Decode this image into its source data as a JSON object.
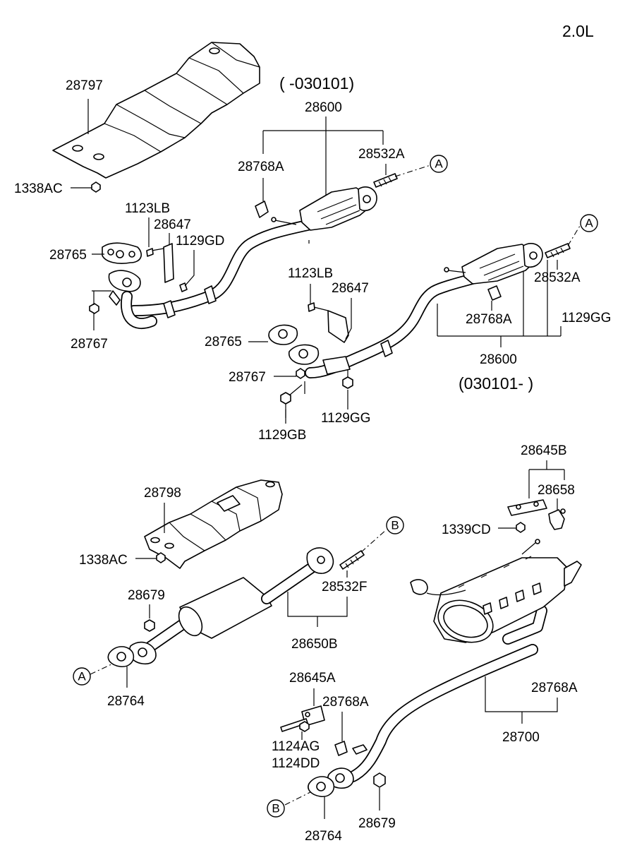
{
  "engine": "2.0L",
  "labels": {
    "p28797": "28797",
    "p1338ac_top": "1338AC",
    "date_early": "( -030101)",
    "p28600_top": "28600",
    "p28768a_top": "28768A",
    "p28532a_top": "28532A",
    "p1123lb_left": "1123LB",
    "p28647_left": "28647",
    "p1129gd": "1129GD",
    "p28765_left": "28765",
    "p28767_left": "28767",
    "p1123lb_mid": "1123LB",
    "p28647_mid": "28647",
    "p28765_mid": "28765",
    "p28767_mid": "28767",
    "p1129gb": "1129GB",
    "p1129gg_mid": "1129GG",
    "p28532a_right": "28532A",
    "p28768a_right": "28768A",
    "p1129gg_right": "1129GG",
    "p28600_right": "28600",
    "date_late": "(030101- )",
    "p28645b": "28645B",
    "p28658": "28658",
    "p1339cd": "1339CD",
    "p28798": "28798",
    "p1338ac_mid": "1338AC",
    "p28679_left": "28679",
    "p28532f": "28532F",
    "p28650b": "28650B",
    "p28764_left": "28764",
    "p28645a": "28645A",
    "p28768a_low1": "28768A",
    "p28768a_low2": "28768A",
    "p28700": "28700",
    "p1124ag": "1124AG",
    "p1124dd": "1124DD",
    "p28764_bottom": "28764",
    "p28679_bottom": "28679"
  },
  "refs": {
    "a": "A",
    "b": "B"
  }
}
